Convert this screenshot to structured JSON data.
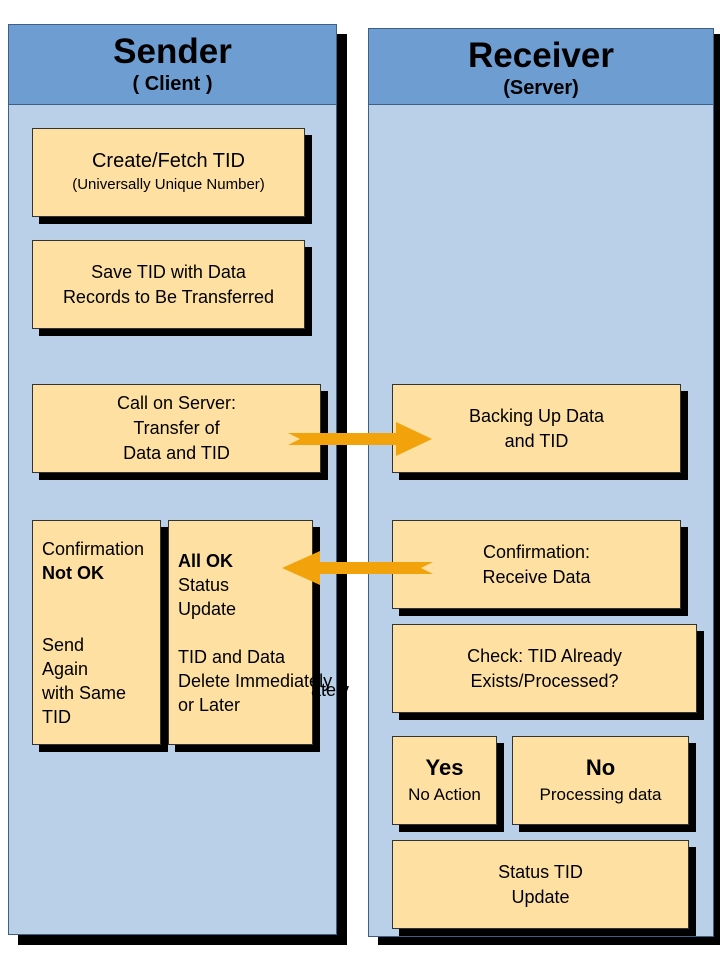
{
  "sender": {
    "title": "Sender",
    "subtitle": "( Client )",
    "create_box": {
      "line1": "Create/Fetch TID",
      "line2": "(Universally Unique Number)"
    },
    "save_box": {
      "line1": "Save TID with Data",
      "line2": "Records to Be Transferred"
    },
    "call_box": {
      "line1": "Call on Server:",
      "line2": "Transfer of",
      "line3": "Data and TID"
    },
    "not_ok_box": {
      "line1": "Confirmation",
      "line2": "Not OK",
      "line3": "Send",
      "line4": "Again",
      "line5": "with Same",
      "line6": "TID"
    },
    "ok_box": {
      "line1": "All OK",
      "line2": "Status",
      "line3": "Update",
      "line4": "TID and Data",
      "line5": "Delete Immediately",
      "line6": "or Later"
    },
    "overflow_text": "ately"
  },
  "receiver": {
    "title": "Receiver",
    "subtitle": "(Server)",
    "backup_box": {
      "line1": "Backing Up Data",
      "line2": "and TID"
    },
    "confirm_box": {
      "line1": "Confirmation:",
      "line2": "Receive Data"
    },
    "check_box": {
      "line1": "Check: TID Already",
      "line2": "Exists/Processed?"
    },
    "yes_box": {
      "title": "Yes",
      "text": "No Action"
    },
    "no_box": {
      "title": "No",
      "text": "Processing data"
    },
    "status_box": {
      "line1": "Status TID",
      "line2": "Update"
    }
  },
  "colors": {
    "lane_fill": "#b9d0e8",
    "header_fill": "#6e9dd1",
    "box_fill": "#fde0a2",
    "arrow_fill": "#f2a20b"
  }
}
